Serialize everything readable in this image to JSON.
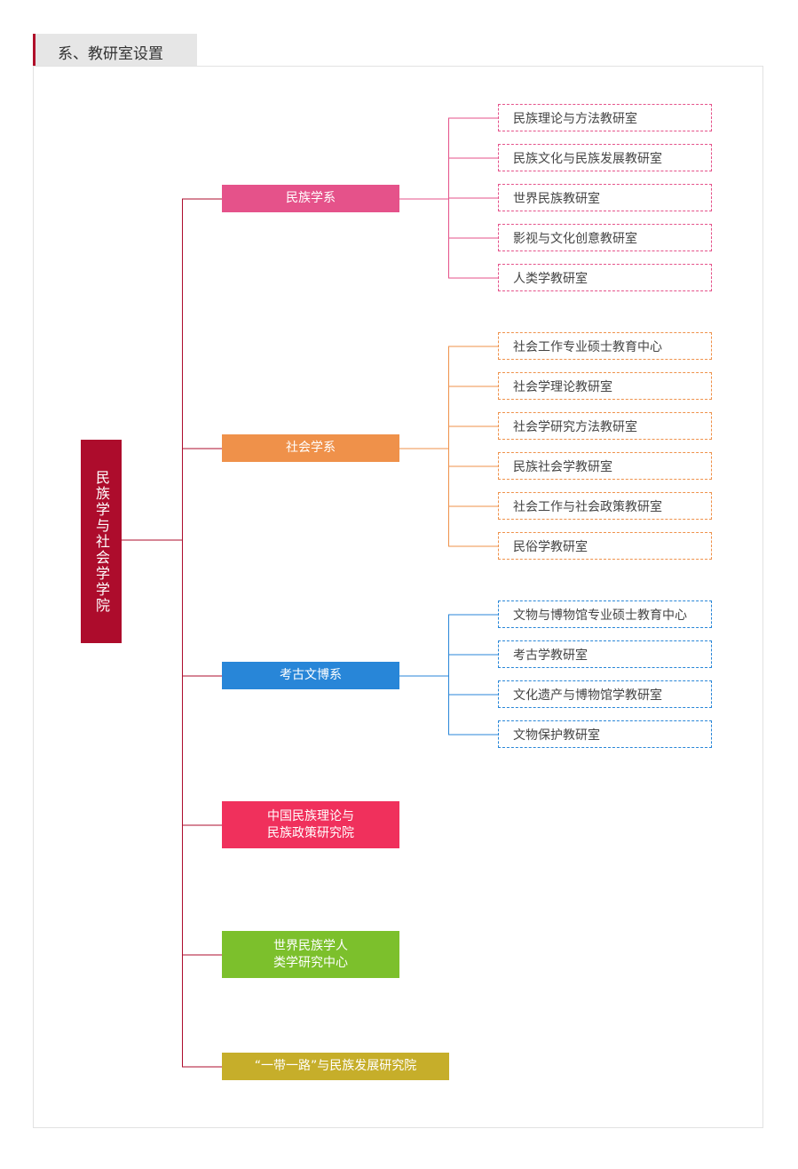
{
  "header": {
    "title": "系、教研室设置"
  },
  "org": {
    "root": "民族学与社会学学院",
    "departments": [
      {
        "label": "民族学系",
        "color": "#e5528a",
        "rooms": [
          "民族理论与方法教研室",
          "民族文化与民族发展教研室",
          "世界民族教研室",
          "影视与文化创意教研室",
          "人类学教研室"
        ]
      },
      {
        "label": "社会学系",
        "color": "#ef914a",
        "rooms": [
          "社会工作专业硕士教育中心",
          "社会学理论教研室",
          "社会学研究方法教研室",
          "民族社会学教研室",
          "社会工作与社会政策教研室",
          "民俗学教研室"
        ]
      },
      {
        "label": "考古文博系",
        "color": "#2886d8",
        "rooms": [
          "文物与博物馆专业硕士教育中心",
          "考古学教研室",
          "文化遗产与博物馆学教研室",
          "文物保护教研室"
        ]
      },
      {
        "label": "中国民族理论与\n民族政策研究院",
        "color": "#f0305c",
        "rooms": []
      },
      {
        "label": "世界民族学人\n类学研究中心",
        "color": "#7cc02c",
        "rooms": []
      },
      {
        "label": "“一带一路”与民族发展研究院",
        "color": "#c6ae2a",
        "rooms": []
      }
    ],
    "trunk_color": "#ad0c2c"
  }
}
